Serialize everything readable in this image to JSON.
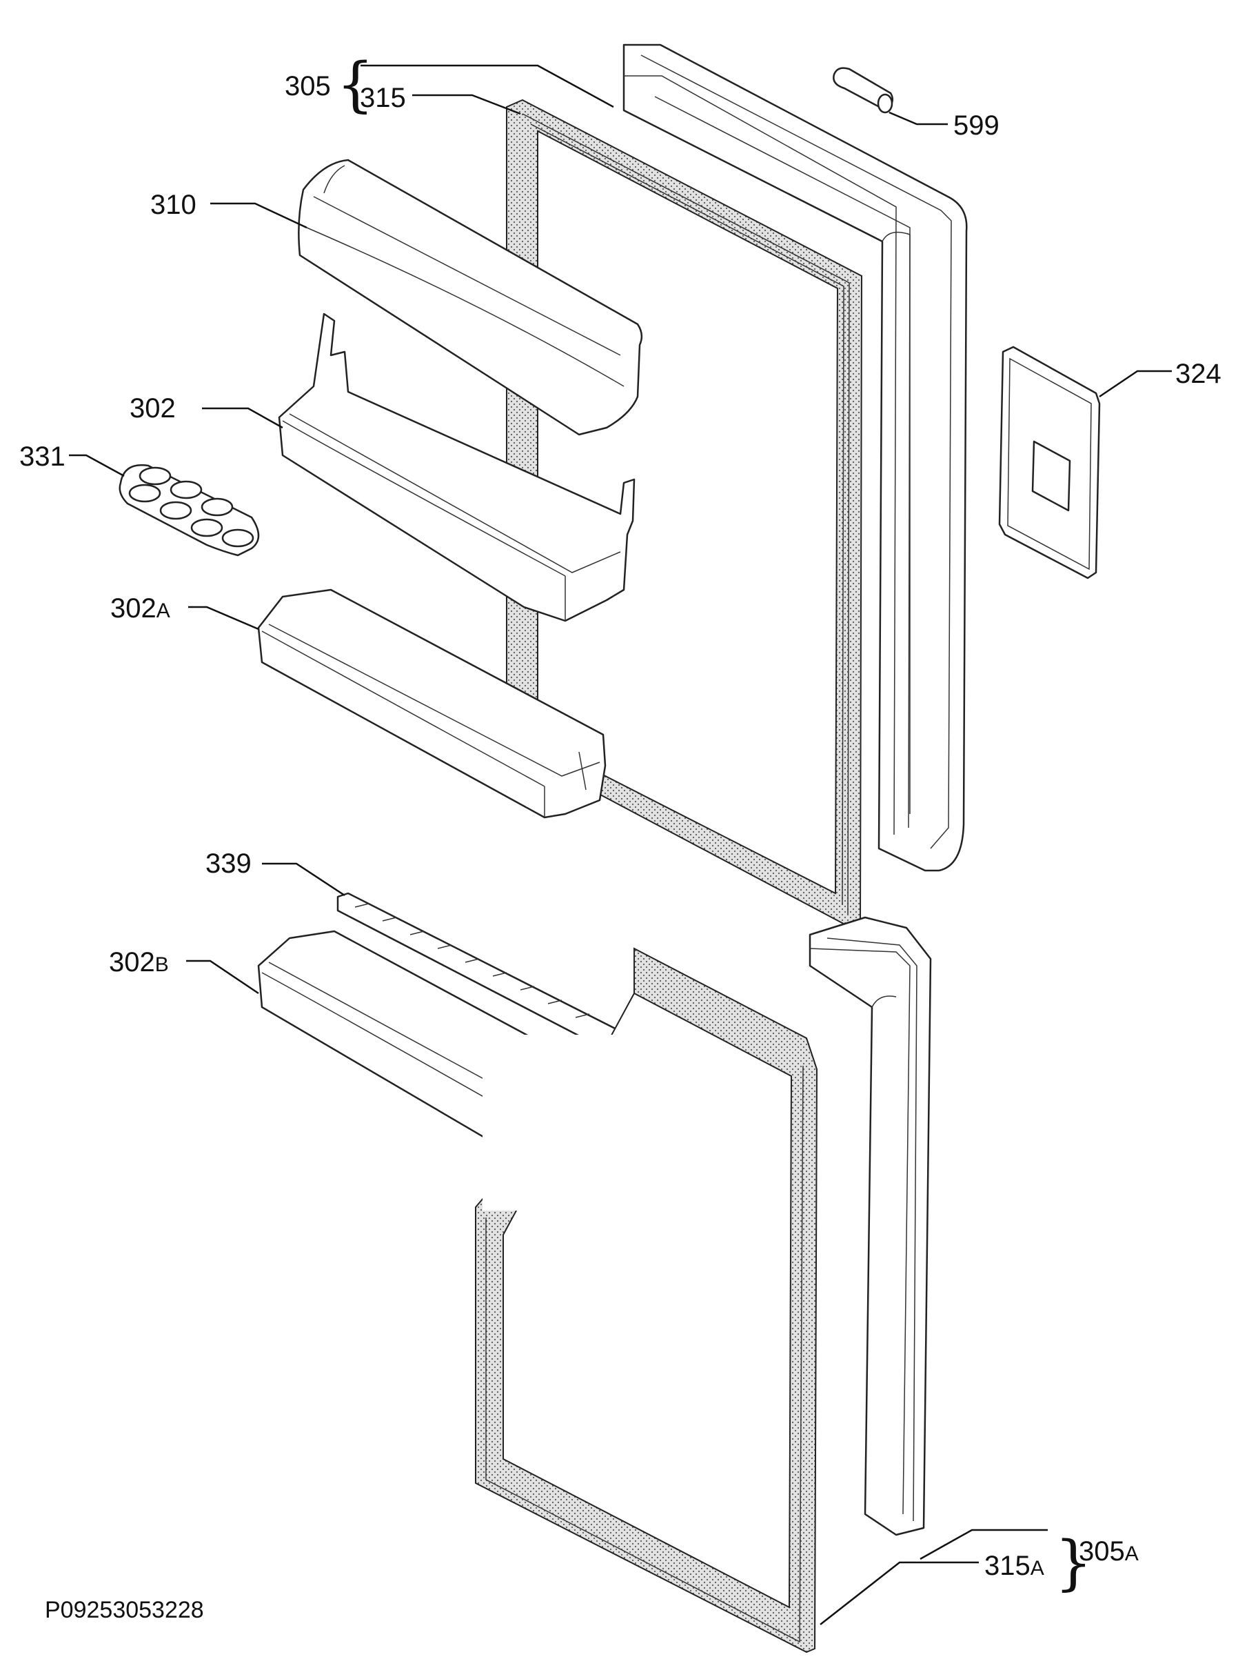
{
  "diagram": {
    "document_id": "P09253053228",
    "labels": {
      "l305": "305",
      "l315": "315",
      "l599": "599",
      "l310": "310",
      "l324": "324",
      "l302": "302",
      "l331": "331",
      "l302A": "302",
      "l302A_suffix": "A",
      "l339": "339",
      "l302B": "302",
      "l302B_suffix": "B",
      "l305A": "305",
      "l305A_suffix": "A",
      "l315A": "315",
      "l315A_suffix": "A"
    }
  }
}
